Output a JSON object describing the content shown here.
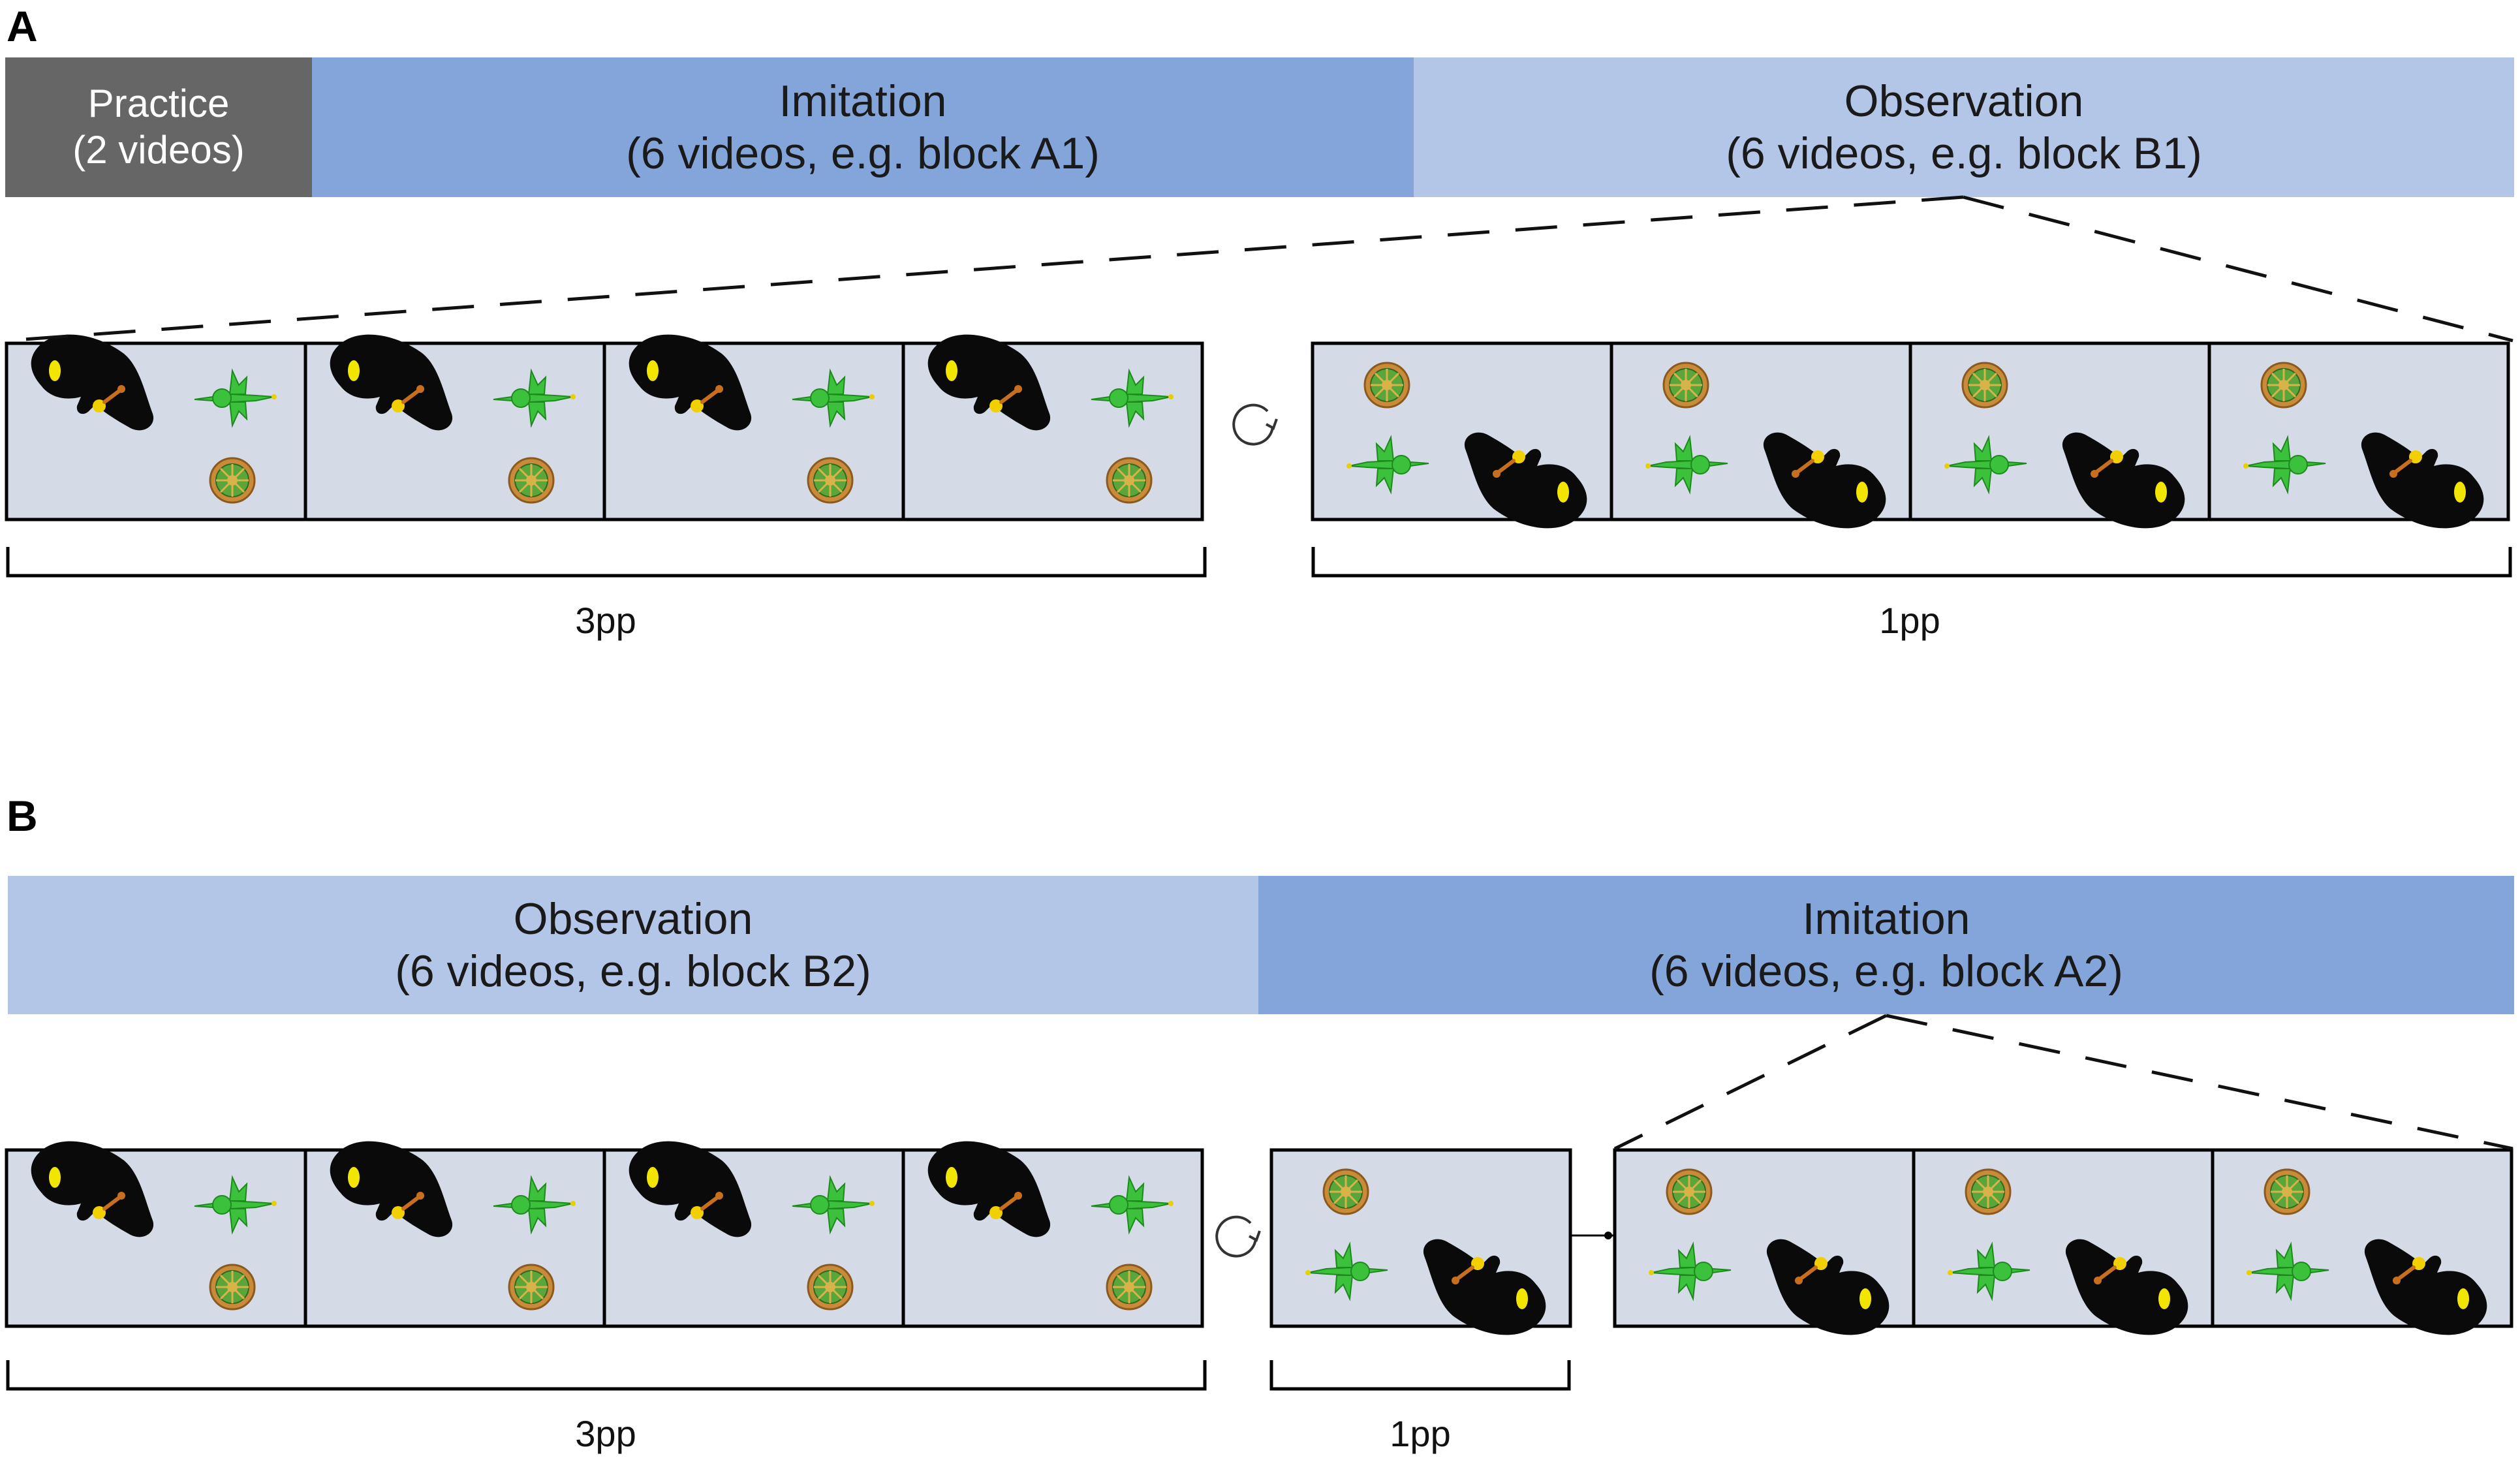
{
  "panels": [
    {
      "label": "A",
      "blocks": [
        {
          "line1": "Practice",
          "line2": "(2 videos)",
          "color": "#666666"
        },
        {
          "line1": "Imitation",
          "line2": "(6 videos, e.g. block A1)",
          "color": "#84a5d9"
        },
        {
          "line1": "Observation",
          "line2": "(6 videos, e.g. block B1)",
          "color": "#b3c6e8"
        }
      ],
      "group_labels": [
        "3pp",
        "1pp"
      ]
    },
    {
      "label": "B",
      "blocks": [
        {
          "line1": "Observation",
          "line2": "(6 videos, e.g. block B2)",
          "color": "#b3c6e8"
        },
        {
          "line1": "Imitation",
          "line2": "(6 videos, e.g. block A2)",
          "color": "#84a5d9"
        }
      ],
      "group_labels": [
        "3pp",
        "1pp"
      ]
    }
  ],
  "icons": {
    "frame": "video-frame-icon",
    "hand": "hand-icon",
    "dragon": "dragon-toy-icon",
    "turtle": "turtle-toy-icon",
    "repeat": "repeat-arrow-icon"
  },
  "colors": {
    "frame_bg": "#d5dbe6",
    "dragon": "#3cc13c",
    "turtle": "#c98a3a",
    "hand": "#0a0a0a"
  }
}
